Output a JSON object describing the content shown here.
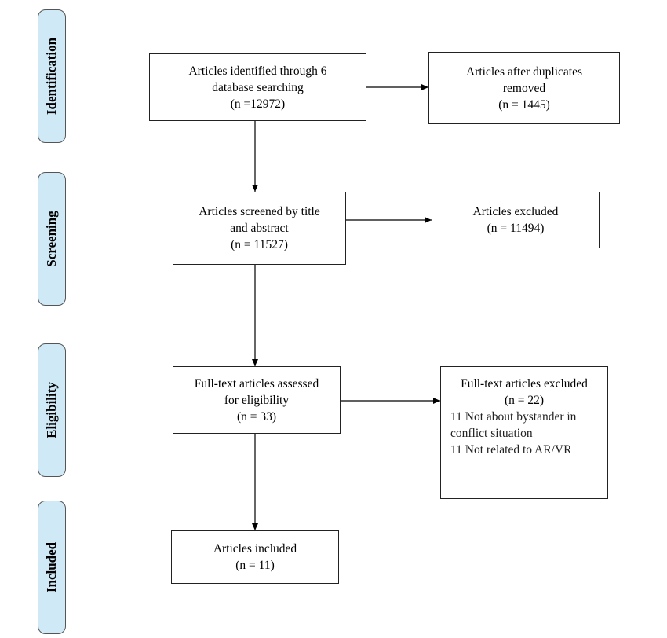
{
  "phases": [
    "Identification",
    "Screening",
    "Eligibility",
    "Included"
  ],
  "identified": {
    "lines": [
      "Articles identified through 6",
      "database searching",
      "(n =12972)"
    ]
  },
  "duplicates": {
    "lines": [
      "Articles after duplicates",
      "removed",
      "(n = 1445)"
    ]
  },
  "screened": {
    "lines": [
      "Articles screened by title",
      "and abstract",
      "(n = 11527)"
    ]
  },
  "excluded": {
    "lines": [
      "Articles excluded",
      "(n = 11494)"
    ]
  },
  "assessed": {
    "lines": [
      "Full-text articles assessed",
      "for eligibility",
      "(n = 33)"
    ]
  },
  "fulltext_excluded": {
    "head": [
      "Full-text articles excluded",
      "(n = 22)"
    ],
    "reasons": [
      "11 Not about bystander in",
      "conflict situation",
      "11 Not related to AR/VR"
    ]
  },
  "included": {
    "lines": [
      "Articles included",
      "(n = 11)"
    ]
  }
}
